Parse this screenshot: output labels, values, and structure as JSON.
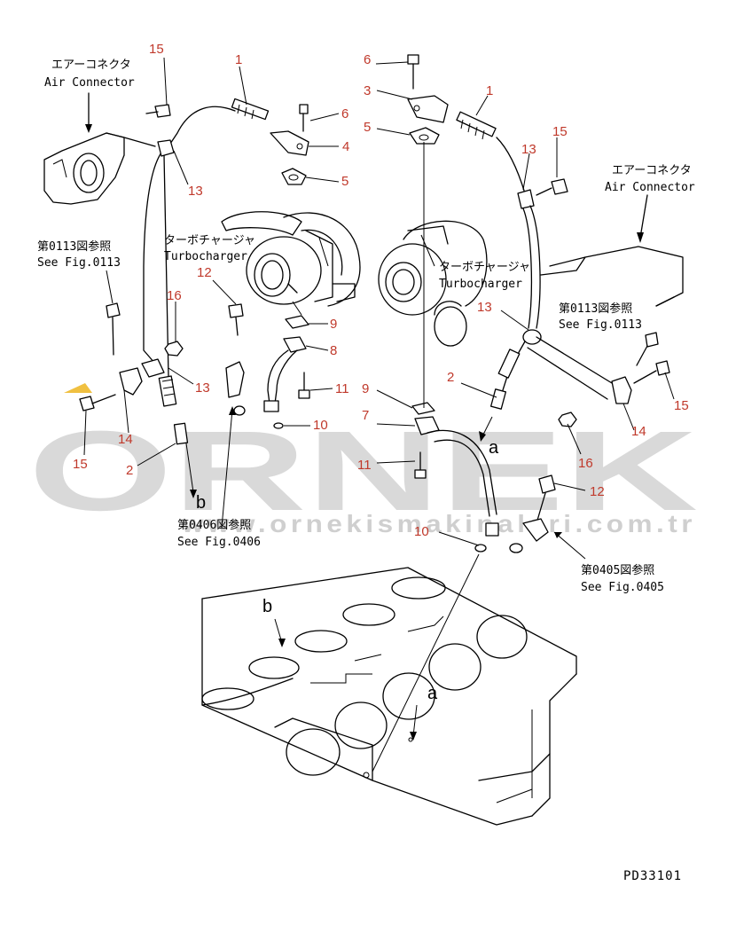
{
  "watermark": {
    "brand": "ORNEK",
    "url": "www.ornekismakinalari.com.tr"
  },
  "drawing_code": "PD33101",
  "labels": {
    "air_connector_left_jp": "エアーコネクタ",
    "air_connector_left_en": "Air Connector",
    "air_connector_right_jp": "エアーコネクタ",
    "air_connector_right_en": "Air Connector",
    "turbo_left_jp": "ターボチャージャ",
    "turbo_left_en": "Turbocharger",
    "turbo_right_jp": "ターボチャージャ",
    "turbo_right_en": "Turbocharger",
    "see0113_left_jp": "第0113図参照",
    "see0113_left_en": "See Fig.0113",
    "see0113_right_jp": "第0113図参照",
    "see0113_right_en": "See Fig.0113",
    "see0406_jp": "第0406図参照",
    "see0406_en": "See Fig.0406",
    "see0405_jp": "第0405図参照",
    "see0405_en": "See Fig.0405"
  },
  "refs": {
    "a1": "a",
    "a2": "a",
    "b1": "b",
    "b2": "b"
  },
  "parts": {
    "p15a": "15",
    "p1a": "1",
    "p6a": "6",
    "p4": "4",
    "p5a": "5",
    "p13a": "13",
    "p12a": "12",
    "p16a": "16",
    "p9a": "9",
    "p8": "8",
    "p11a": "11",
    "p13b": "13",
    "p14a": "14",
    "p15b": "15",
    "p2a": "2",
    "p10a": "10",
    "p6b": "6",
    "p3": "3",
    "p5b": "5",
    "p1b": "1",
    "p13c": "13",
    "p15c": "15",
    "p13d": "13",
    "p9b": "9",
    "p7": "7",
    "p2b": "2",
    "p11b": "11",
    "p16b": "16",
    "p14b": "14",
    "p15d": "15",
    "p12b": "12",
    "p10b": "10"
  }
}
